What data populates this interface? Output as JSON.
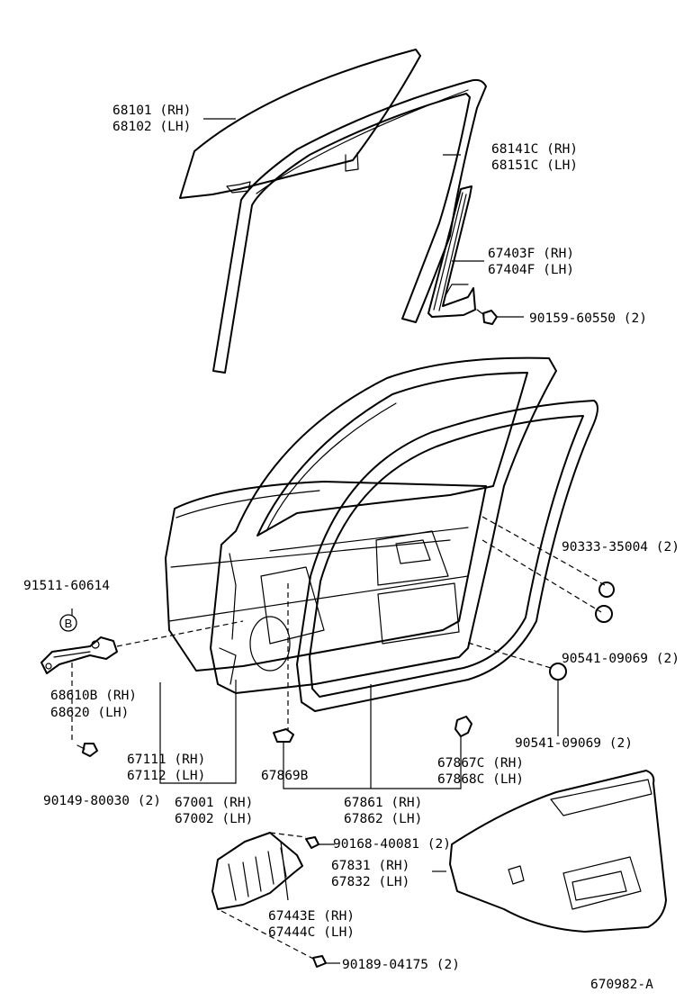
{
  "diagram_id": "670982-A",
  "callout_symbol": "B",
  "labels": {
    "glass_rh": "68101 (RH)",
    "glass_lh": "68102 (LH)",
    "run_rh": "68141C (RH)",
    "run_lh": "68151C (LH)",
    "div_rh": "67403F (RH)",
    "div_lh": "67404F (LH)",
    "screw_div": "90159-60550 (2)",
    "plug_a": "90333-35004 (2)",
    "hole_plug_a": "90541-09069 (2)",
    "hole_plug_b": "90541-09069 (2)",
    "hinge_pin": "91511-60614",
    "check_rh": "68610B (RH)",
    "check_lh": "68620  (LH)",
    "bolt_check": "90149-80030 (2)",
    "panel_rh": "67111 (RH)",
    "panel_lh": "67112 (LH)",
    "door_rh": "67001 (RH)",
    "door_lh": "67002 (LH)",
    "clip_b": "67869B",
    "clip_c_rh": "67867C (RH)",
    "clip_c_lh": "67868C (LH)",
    "ws_rh": "67861 (RH)",
    "ws_lh": "67862 (LH)",
    "screw_cover": "90168-40081 (2)",
    "trim_rh": "67831 (RH)",
    "trim_lh": "67832 (LH)",
    "cover_rh": "67443E (RH)",
    "cover_lh": "67444C (LH)",
    "screw_bottom": "90189-04175 (2)"
  }
}
